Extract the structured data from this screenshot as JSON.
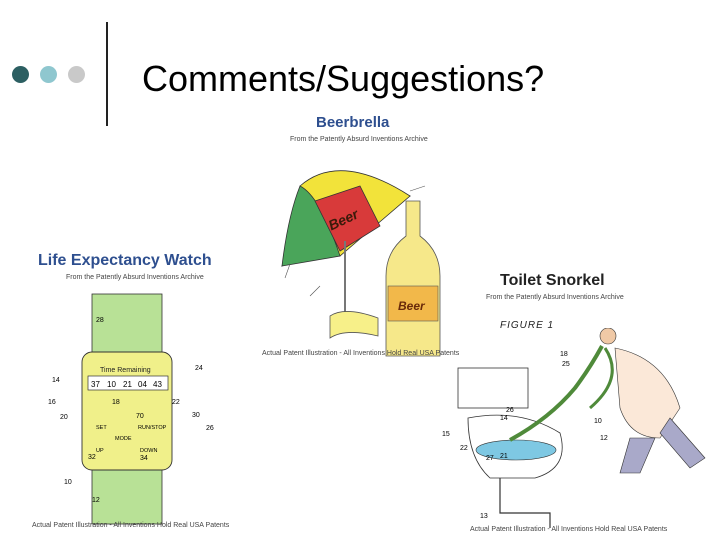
{
  "slide": {
    "title": "Comments/Suggestions?",
    "dot_colors": [
      "#2c5f62",
      "#8fc7cf",
      "#c9c9c9"
    ]
  },
  "beerbrella": {
    "title": "Beerbrella",
    "subtitle": "From the Patently Absurd Inventions Archive",
    "umbrella_text": "Beer",
    "bottle_text": "Beer",
    "caption": "Actual Patent Illustration - All Inventions Hold Real USA Patents"
  },
  "watch": {
    "title": "Life Expectancy Watch",
    "subtitle": "From the Patently Absurd Inventions Archive",
    "display_label": "Time Remaining",
    "digits": [
      "37",
      "10",
      "21",
      "04",
      "43"
    ],
    "set_label": "SET",
    "run_stop_label": "RUN/STOP",
    "mode_label": "MODE",
    "up_label": "UP",
    "down_label": "DOWN",
    "refs": [
      "28",
      "24",
      "14",
      "16",
      "18",
      "22",
      "20",
      "70",
      "30",
      "26",
      "32",
      "34",
      "10",
      "12"
    ],
    "caption": "Actual Patent Illustration - All Inventions Hold Real USA Patents"
  },
  "snorkel": {
    "title": "Toilet Snorkel",
    "subtitle": "From the Patently Absurd Inventions Archive",
    "figure_label": "FIGURE 1",
    "refs": [
      "18",
      "25",
      "26",
      "14",
      "10",
      "12",
      "15",
      "22",
      "27",
      "13",
      "21"
    ],
    "caption": "Actual Patent Illustration - All Inventions Hold Real USA Patents"
  }
}
